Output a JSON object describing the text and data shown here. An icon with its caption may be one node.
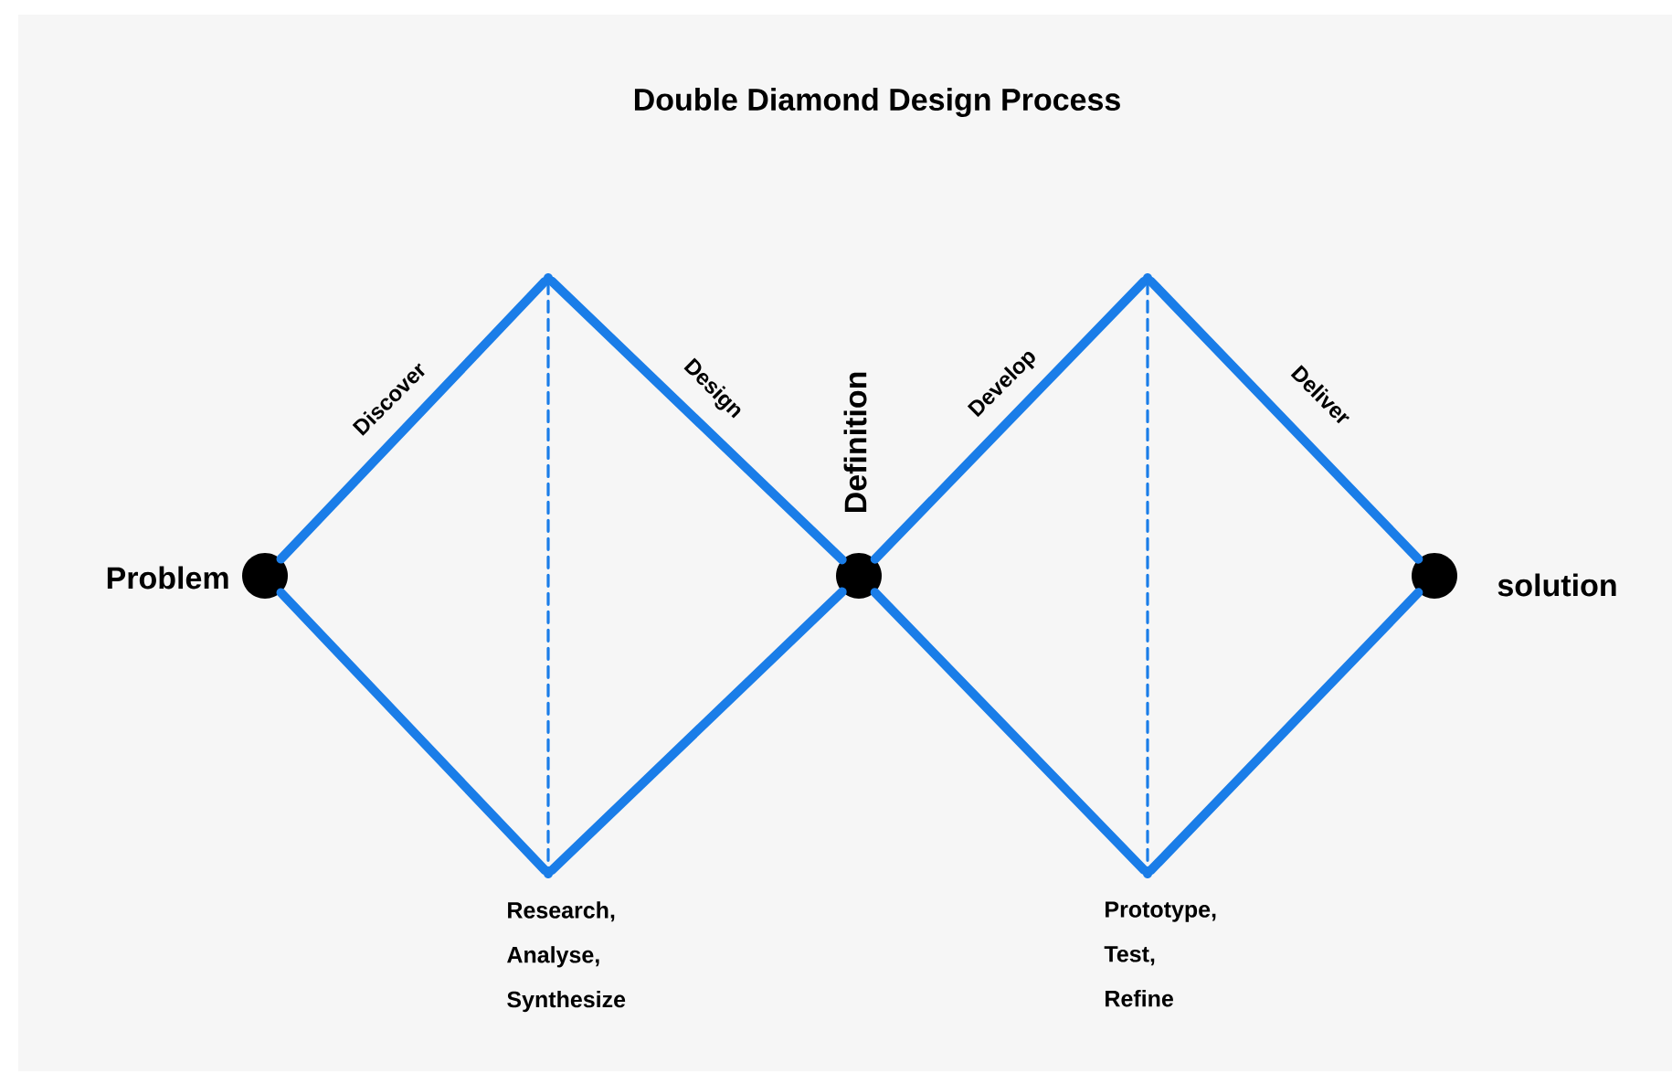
{
  "diagram": {
    "title": "Double Diamond Design Process",
    "nodes": [
      {
        "text": [],
        "shape": "circle",
        "beside": [
          "Problem"
        ]
      },
      {
        "text": [],
        "shape": "point"
      },
      {
        "text": [],
        "shape": "point",
        "beside": [
          "Research, Analyse, Synthesize"
        ]
      },
      {
        "text": [],
        "shape": "circle",
        "beside": [
          "Definition"
        ]
      },
      {
        "text": [],
        "shape": "point"
      },
      {
        "text": [],
        "shape": "point",
        "beside": [
          "Prototype, Test, Refine"
        ]
      },
      {
        "text": [],
        "shape": "circle",
        "beside": [
          "solution"
        ]
      }
    ],
    "edges": [
      {
        "from": 0,
        "to": 1,
        "arrow": "none",
        "label": "Discover"
      },
      {
        "from": 1,
        "to": 3,
        "arrow": "none",
        "label": "Design"
      },
      {
        "from": 0,
        "to": 2,
        "arrow": "none"
      },
      {
        "from": 2,
        "to": 3,
        "arrow": "none"
      },
      {
        "from": 1,
        "to": 2,
        "arrow": "none",
        "style": "dashed"
      },
      {
        "from": 3,
        "to": 4,
        "arrow": "none",
        "label": "Develop"
      },
      {
        "from": 4,
        "to": 6,
        "arrow": "none",
        "label": "Deliver"
      },
      {
        "from": 3,
        "to": 5,
        "arrow": "none"
      },
      {
        "from": 5,
        "to": 6,
        "arrow": "none"
      },
      {
        "from": 4,
        "to": 5,
        "arrow": "none",
        "style": "dashed"
      }
    ]
  }
}
